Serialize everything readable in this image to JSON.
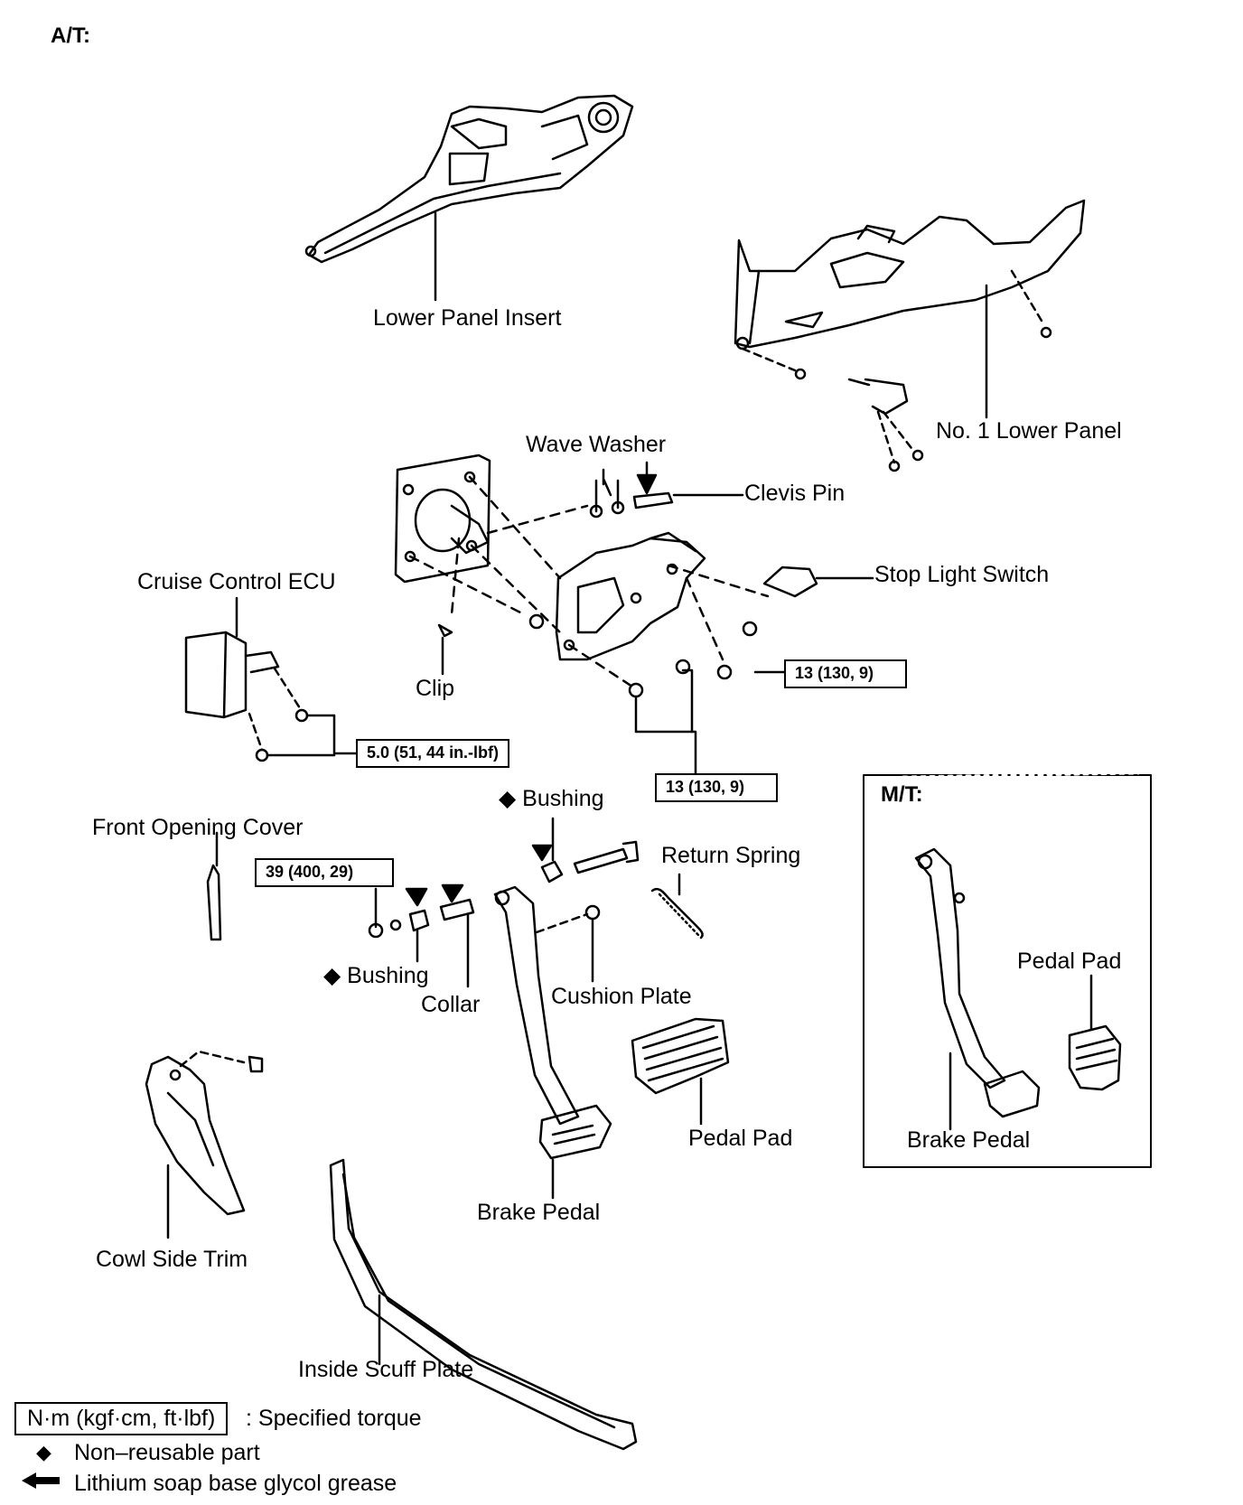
{
  "header": "A/T:",
  "inset_header": "M/T:",
  "labels": {
    "lower_panel_insert": "Lower Panel Insert",
    "no1_lower_panel": "No. 1 Lower Panel",
    "wave_washer": "Wave Washer",
    "clevis_pin": "Clevis Pin",
    "stop_light_switch": "Stop Light Switch",
    "cruise_control_ecu": "Cruise Control ECU",
    "clip": "Clip",
    "bushing_top": "◆ Bushing",
    "front_opening_cover": "Front Opening Cover",
    "return_spring": "Return Spring",
    "bushing_lower": "◆ Bushing",
    "collar": "Collar",
    "cushion_plate": "Cushion Plate",
    "pedal_pad": "Pedal Pad",
    "brake_pedal": "Brake Pedal",
    "cowl_side_trim": "Cowl Side Trim",
    "inside_scuff_plate": "Inside Scuff Plate",
    "mt_pedal_pad": "Pedal Pad",
    "mt_brake_pedal": "Brake Pedal"
  },
  "torques": {
    "t_stop_bolt": "13 (130, 9)",
    "t_ecu": "5.0 (51, 44 in.-lbf)",
    "t_bracket_nuts": "13 (130, 9)",
    "t_pivot": "39 (400, 29)"
  },
  "legend": {
    "torque_box": "N·m (kgf·cm, ft·lbf)",
    "torque_desc": ": Specified torque",
    "nonreusable": "Non–reusable part",
    "grease": "Lithium soap base glycol grease"
  }
}
